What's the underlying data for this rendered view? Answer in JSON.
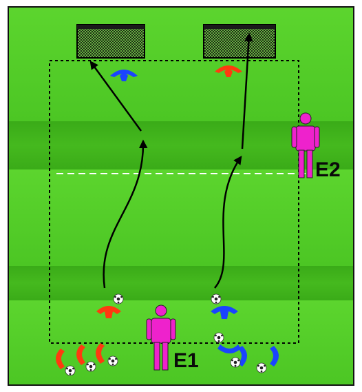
{
  "coaches": [
    {
      "label": "E1"
    },
    {
      "label": "E2"
    }
  ],
  "colors": {
    "pitch_light": "#57cf2a",
    "pitch_dark": "#3fb31c",
    "boundary": "#000000",
    "halfway_line": "#ffffff",
    "team_red": "#ff3a10",
    "team_blue": "#1a44ff",
    "coach": "#ee22cc",
    "goal_net": "#111111",
    "arrow": "#000000"
  },
  "icons": {
    "player_marker": "cone-player-icon",
    "ball": "soccer-ball-icon",
    "coach": "person-icon",
    "goal": "goal-net-icon",
    "run_path": "dribble-arrow-icon"
  },
  "groups": {
    "red_waiting": 3,
    "blue_waiting": 3
  }
}
